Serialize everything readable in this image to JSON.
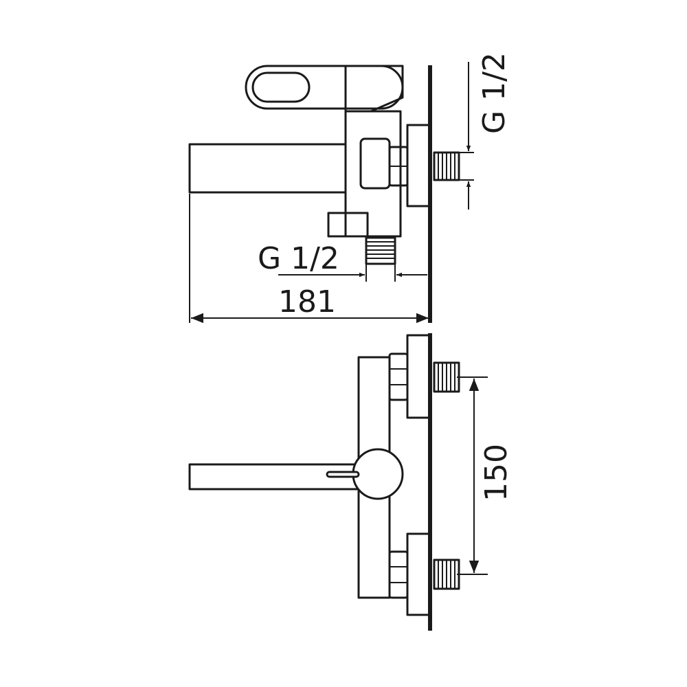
{
  "figure": {
    "side_view": {
      "inlet_thread_label": "G 1/2",
      "outlet_thread_label": "G 1/2",
      "projection_label": "181"
    },
    "front_view": {
      "center_distance_label": "150"
    }
  },
  "colors": {
    "line": "#1a1a1a",
    "background": "#ffffff"
  }
}
